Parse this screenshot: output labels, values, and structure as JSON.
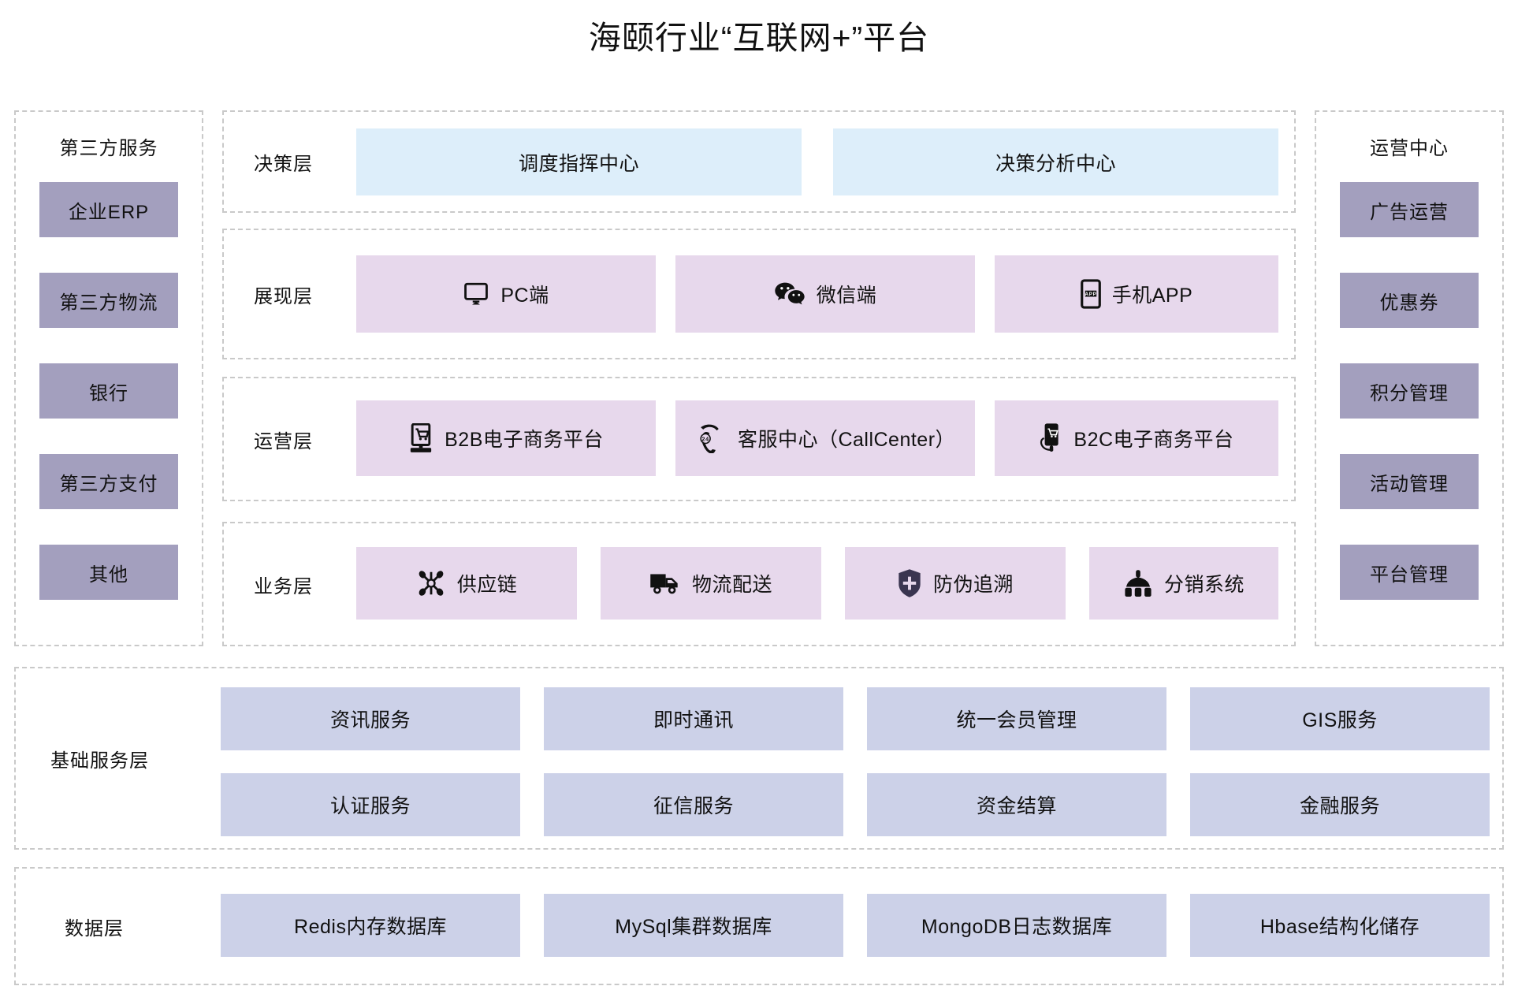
{
  "title": "海颐行业“互联网+”平台",
  "left_panel": {
    "header": "第三方服务",
    "items": [
      {
        "label": "企业ERP"
      },
      {
        "label": "第三方物流"
      },
      {
        "label": "银行"
      },
      {
        "label": "第三方支付"
      },
      {
        "label": "其他"
      }
    ]
  },
  "right_panel": {
    "header": "运营中心",
    "items": [
      {
        "label": "广告运营"
      },
      {
        "label": "优惠券"
      },
      {
        "label": "积分管理"
      },
      {
        "label": "活动管理"
      },
      {
        "label": "平台管理"
      }
    ]
  },
  "layers": {
    "decision": {
      "label": "决策层",
      "items": [
        {
          "label": "调度指挥中心",
          "icon": "none"
        },
        {
          "label": "决策分析中心",
          "icon": "none"
        }
      ]
    },
    "presentation": {
      "label": "展现层",
      "items": [
        {
          "label": "PC端",
          "icon": "monitor-icon"
        },
        {
          "label": "微信端",
          "icon": "wechat-icon"
        },
        {
          "label": "手机APP",
          "icon": "mobile-app-icon"
        }
      ]
    },
    "operation": {
      "label": "运营层",
      "items": [
        {
          "label": "B2B电子商务平台",
          "icon": "shopping-cart-desktop-icon"
        },
        {
          "label": "客服中心（CallCenter）",
          "icon": "phone-24h-icon"
        },
        {
          "label": "B2C电子商务平台",
          "icon": "mobile-cart-icon"
        }
      ]
    },
    "business": {
      "label": "业务层",
      "items": [
        {
          "label": "供应链",
          "icon": "supply-chain-nodes-icon"
        },
        {
          "label": "物流配送",
          "icon": "truck-icon"
        },
        {
          "label": "防伪追溯",
          "icon": "shield-icon"
        },
        {
          "label": "分销系统",
          "icon": "distribution-tree-icon"
        }
      ]
    },
    "basic_service": {
      "label": "基础服务层",
      "row1": [
        {
          "label": "资讯服务"
        },
        {
          "label": "即时通讯"
        },
        {
          "label": "统一会员管理"
        },
        {
          "label": "GIS服务"
        }
      ],
      "row2": [
        {
          "label": "认证服务"
        },
        {
          "label": "征信服务"
        },
        {
          "label": "资金结算"
        },
        {
          "label": "金融服务"
        }
      ]
    },
    "data": {
      "label": "数据层",
      "items": [
        {
          "label": "Redis内存数据库"
        },
        {
          "label": "MySql集群数据库"
        },
        {
          "label": "MongoDB日志数据库"
        },
        {
          "label": "Hbase结构化储存"
        }
      ]
    }
  },
  "colors": {
    "purple": "#a39fbe",
    "pink": "#e7d8ec",
    "light_blue": "#ddeefa",
    "periwinkle": "#ccd1e8",
    "dashed_border": "#c9c9c9",
    "text": "#111111",
    "background": "#ffffff"
  }
}
